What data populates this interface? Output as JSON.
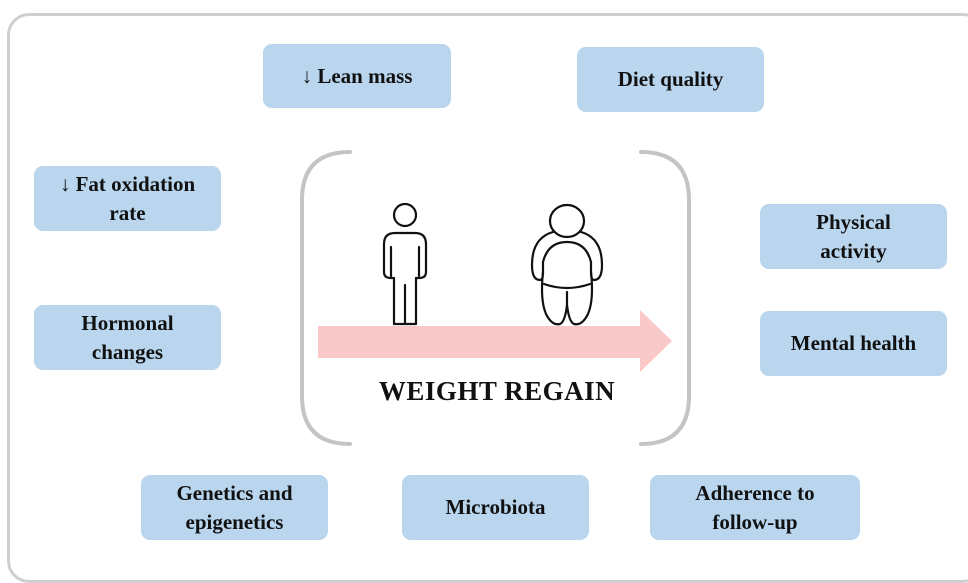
{
  "factors": {
    "lean_mass": "↓ Lean mass",
    "diet_quality": "Diet quality",
    "fat_oxidation": "↓ Fat oxidation\nrate",
    "physical_activity": "Physical\nactivity",
    "hormonal_changes": "Hormonal\nchanges",
    "mental_health": "Mental health",
    "genetics": "Genetics and\nepigenetics",
    "microbiota": "Microbiota",
    "adherence": "Adherence to\nfollow-up"
  },
  "center": {
    "label": "WEIGHT REGAIN",
    "icons": [
      "lean-person-icon",
      "obese-person-icon",
      "arrow-right-icon"
    ]
  },
  "colors": {
    "box_fill": "#b9d6ee",
    "arrow_fill": "#f9c9c9",
    "bracket_stroke": "#c4c4c4",
    "frame_stroke": "#cfcfcf"
  }
}
